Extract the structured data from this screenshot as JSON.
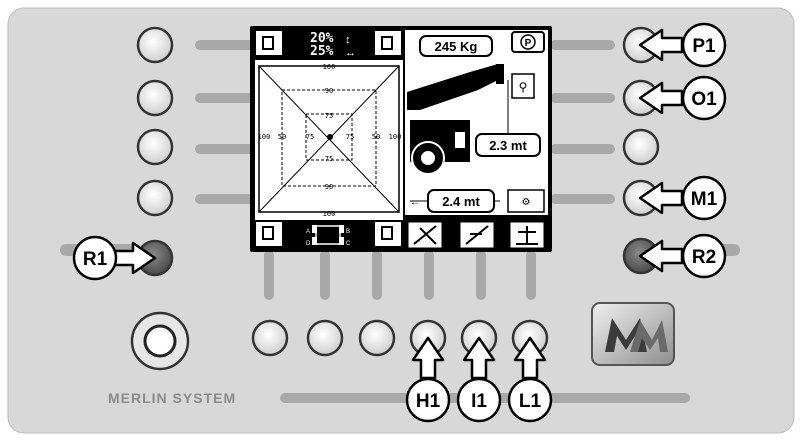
{
  "screen": {
    "top_left_pct": "20%",
    "top_right_pct": "25%",
    "load": "245 Kg",
    "parking": "P",
    "height": "2.3 mt",
    "reach": "2.4 mt",
    "grid_outer": "100",
    "grid_mid": "90",
    "grid_inner": "75",
    "grid_mid_side": "50",
    "wheel_letters": [
      "A",
      "B",
      "C",
      "D"
    ]
  },
  "labels": {
    "p1": "P1",
    "o1": "O1",
    "m1": "M1",
    "r1": "R1",
    "r2": "R2",
    "h1": "H1",
    "i1": "I1",
    "l1": "L1"
  },
  "brand": "MERLIN SYSTEM",
  "colors": {
    "panel": "#d9d9d9",
    "button_fill": "#f2f2f2",
    "button_ring": "#3a3a3a",
    "screen_bg": "#000000"
  }
}
